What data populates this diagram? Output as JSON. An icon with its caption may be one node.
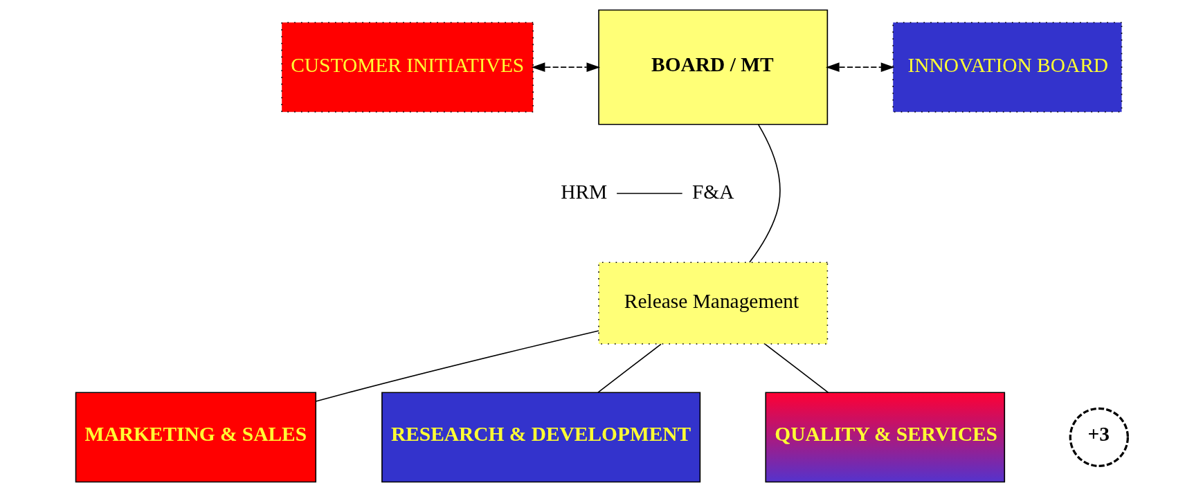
{
  "diagram": {
    "nodes": [
      {
        "text": [
          "CUSTOMER INITIATIVES"
        ]
      },
      {
        "text": [
          "BOARD / MT"
        ]
      },
      {
        "text": [
          "INNOVATION BOARD"
        ]
      },
      {
        "text": [
          "HRM"
        ]
      },
      {
        "text": [
          "F&A"
        ]
      },
      {
        "text": [
          "Release Management"
        ]
      },
      {
        "text": [
          "MARKETING & SALES"
        ]
      },
      {
        "text": [
          "RESEARCH & DEVELOPMENT"
        ]
      },
      {
        "text": [
          "QUALITY & SERVICES"
        ]
      },
      {
        "text": [
          "+3"
        ]
      }
    ],
    "edges": [
      {
        "from": 0,
        "to": 1,
        "arrow": "both",
        "style": "dashed"
      },
      {
        "from": 1,
        "to": 2,
        "arrow": "both",
        "style": "dashed"
      },
      {
        "from": 1,
        "to": 5,
        "arrow": "none"
      },
      {
        "from": 3,
        "to": 4,
        "arrow": "none"
      },
      {
        "from": 5,
        "to": 6,
        "arrow": "none"
      },
      {
        "from": 5,
        "to": 7,
        "arrow": "none"
      },
      {
        "from": 5,
        "to": 8,
        "arrow": "none"
      }
    ]
  }
}
